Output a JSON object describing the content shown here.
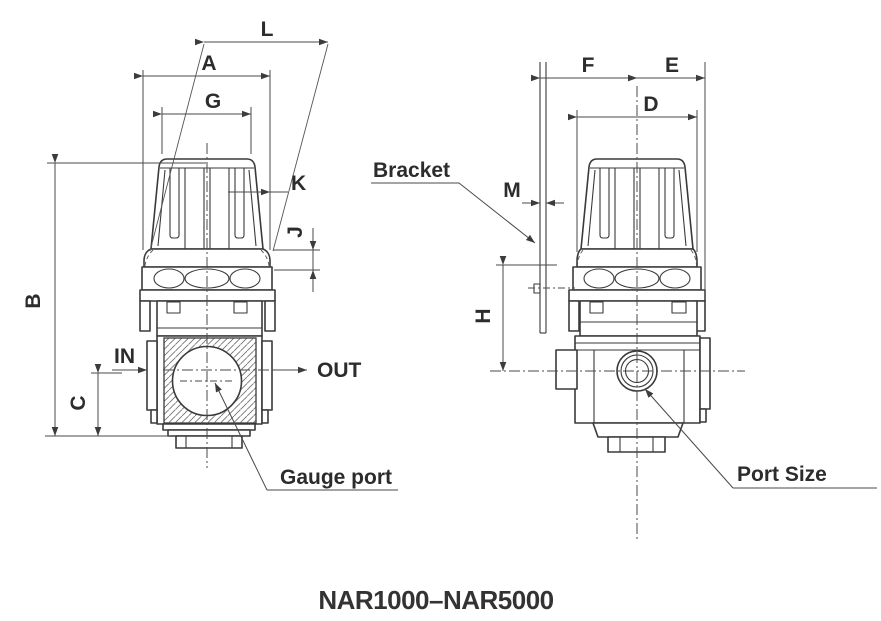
{
  "drawing": {
    "model_range": "NAR1000–NAR5000",
    "front_view": {
      "dim_L": "L",
      "dim_A": "A",
      "dim_G": "G",
      "dim_K": "K",
      "dim_J": "J",
      "dim_B": "B",
      "dim_C": "C",
      "label_in": "IN",
      "label_out": "OUT",
      "label_gauge_port": "Gauge port"
    },
    "side_view": {
      "dim_F": "F",
      "dim_E": "E",
      "dim_D": "D",
      "dim_M": "M",
      "dim_H": "H",
      "label_bracket": "Bracket",
      "label_port_size": "Port Size"
    },
    "colors": {
      "outline": "#3a3a3a",
      "dimension": "#4a4a4a",
      "text": "#2c2c2c",
      "background": "#ffffff"
    }
  }
}
